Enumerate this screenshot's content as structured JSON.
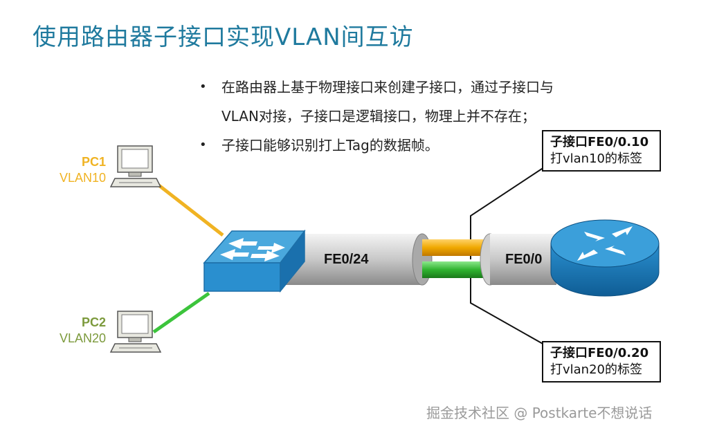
{
  "title": "使用路由器子接口实现VLAN间互访",
  "bullets": [
    "在路由器上基于物理接口来创建子接口，通过子接口与VLAN对接，子接口是逻辑接口，物理上并不存在；",
    "子接口能够识别打上Tag的数据帧。"
  ],
  "pcs": [
    {
      "name": "PC1",
      "vlan": "VLAN10",
      "color": "#f0b323"
    },
    {
      "name": "PC2",
      "vlan": "VLAN20",
      "color": "#7c9a3c"
    }
  ],
  "ports": {
    "switch_port": "FE0/24",
    "router_port": "FE0/0"
  },
  "callouts": [
    {
      "title": "子接口FE0/0.10",
      "desc": "打vlan10的标签"
    },
    {
      "title": "子接口FE0/0.20",
      "desc": "打vlan20的标签"
    }
  ],
  "colors": {
    "title": "#1f7a9e",
    "vlan10_link": "#f0b323",
    "vlan20_link": "#3cc43c",
    "device_blue": "#2a8fcf"
  },
  "watermark": "掘金技术社区 @ Postkarte不想说话"
}
